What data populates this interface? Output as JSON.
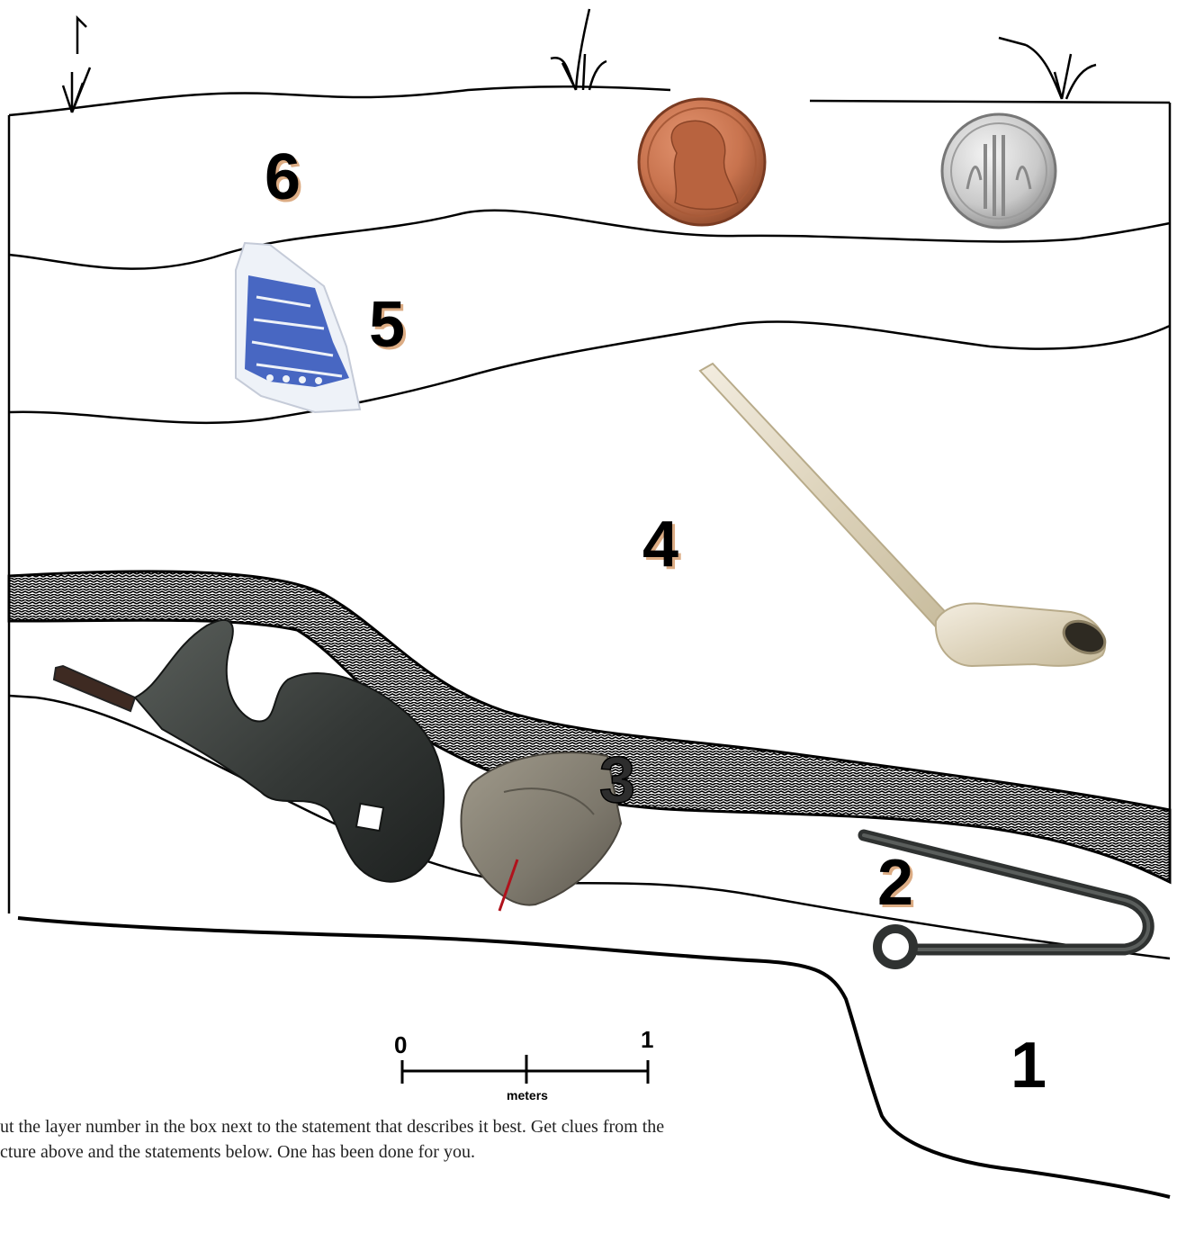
{
  "layers": [
    {
      "number": "6"
    },
    {
      "number": "5"
    },
    {
      "number": "4"
    },
    {
      "number": "3"
    },
    {
      "number": "2"
    },
    {
      "number": "1"
    }
  ],
  "artifacts": [
    {
      "name": "penny-coin"
    },
    {
      "name": "dime-coin"
    },
    {
      "name": "blue-willow-ceramic-sherd"
    },
    {
      "name": "clay-tobacco-pipe"
    },
    {
      "name": "iron-hinge-hook"
    },
    {
      "name": "stone-flake"
    },
    {
      "name": "iron-hook-nail"
    }
  ],
  "scale_bar": {
    "start_label": "0",
    "end_label": "1",
    "unit_label": "meters"
  },
  "instructions": {
    "line1": "ut the layer number in the box next to the statement that describes it best. Get clues from the",
    "line2": "cture above and the statements below.  One has been done for you."
  },
  "colors": {
    "lines": "#000000",
    "penny": "#c8734e",
    "dime": "#c9c9c9",
    "ceramic_blue": "#2a4fb8",
    "pipe": "#e6dfcc",
    "iron": "#3b3f3d",
    "flake": "#7d786c"
  }
}
